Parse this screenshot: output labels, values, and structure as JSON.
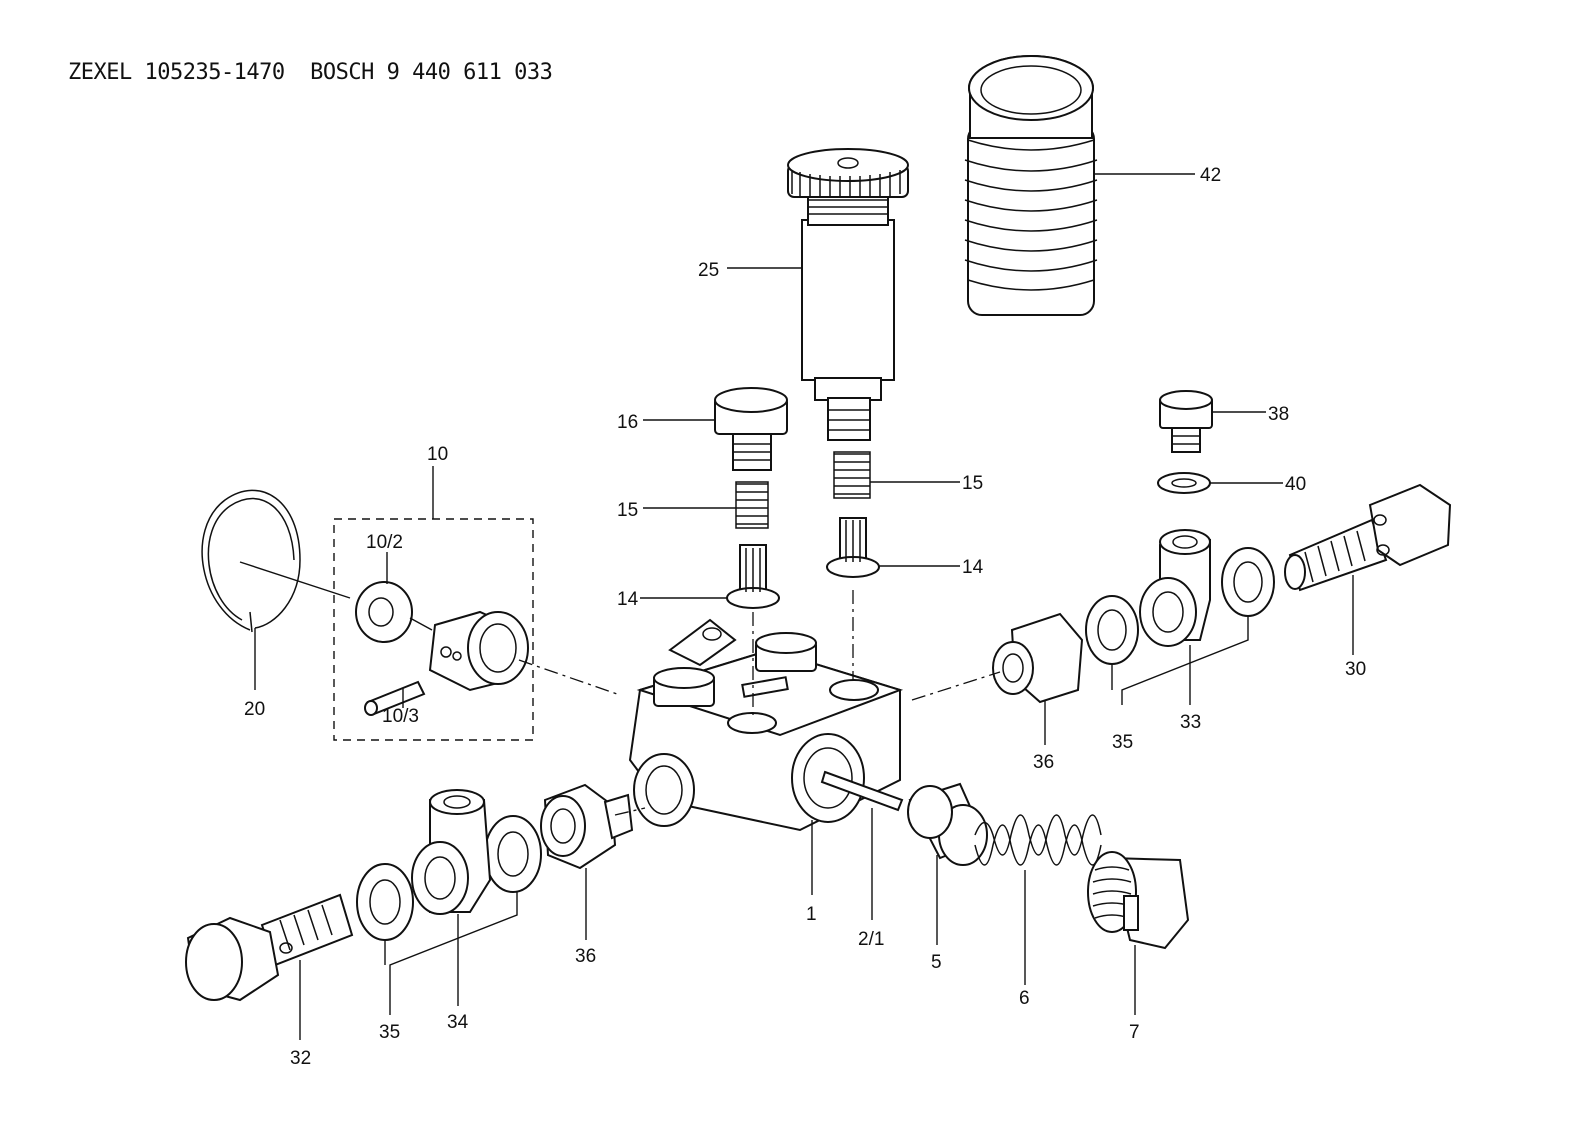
{
  "header": {
    "title": "ZEXEL 105235-1470  BOSCH 9 440 611 033"
  },
  "labels": {
    "p42": "42",
    "p25": "25",
    "p16": "16",
    "p15a": "15",
    "p15b": "15",
    "p14a": "14",
    "p14b": "14",
    "p38": "38",
    "p40": "40",
    "p10": "10",
    "p10_2": "10/2",
    "p10_3": "10/3",
    "p20": "20",
    "p30": "30",
    "p33": "33",
    "p35a": "35",
    "p36a": "36",
    "p1": "1",
    "p2_1": "2/1",
    "p5": "5",
    "p6": "6",
    "p7": "7",
    "p32": "32",
    "p35b": "35",
    "p34": "34",
    "p36b": "36"
  }
}
